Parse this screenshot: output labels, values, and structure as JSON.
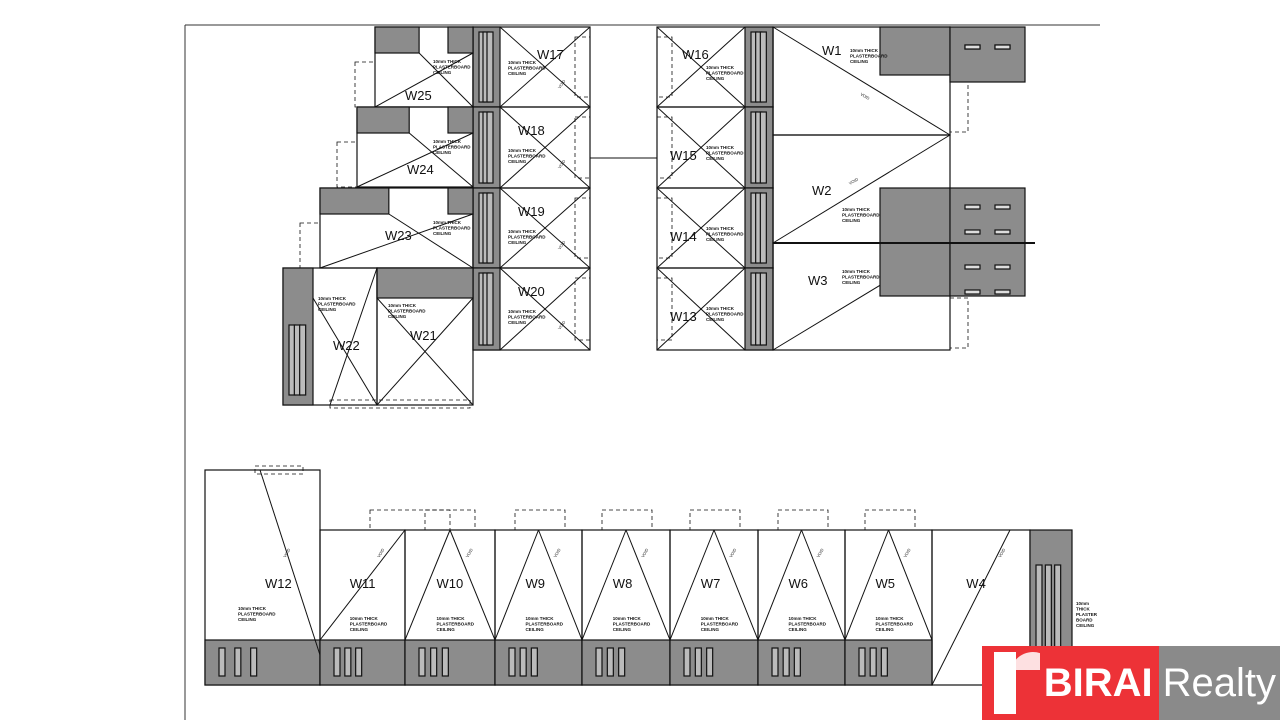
{
  "plan": {
    "top_left_units": [
      "W17",
      "W18",
      "W19",
      "W20",
      "W25",
      "W24",
      "W23",
      "W21",
      "W22"
    ],
    "top_middle_units": [
      "W16",
      "W15",
      "W14",
      "W13"
    ],
    "top_right_units": [
      "W1",
      "W2",
      "W3"
    ],
    "bottom_units": [
      "W12",
      "W11",
      "W10",
      "W9",
      "W8",
      "W7",
      "W6",
      "W5",
      "W4"
    ],
    "ceiling_note": [
      "10mm THICK",
      "PLASTERBOARD",
      "CEILING"
    ],
    "ceiling_note_w4": [
      "10mm",
      "THICK",
      "PLASTER",
      "BOARD",
      "CEILING"
    ],
    "void_label": "VOID",
    "colors": {
      "service_fill": "#8c8c8c",
      "line": "#111111"
    }
  },
  "logo": {
    "brand_bold": "BIRAI",
    "brand_light": "Realty",
    "colors": {
      "red": "#ed3237",
      "grey": "#8a8a8a"
    }
  }
}
